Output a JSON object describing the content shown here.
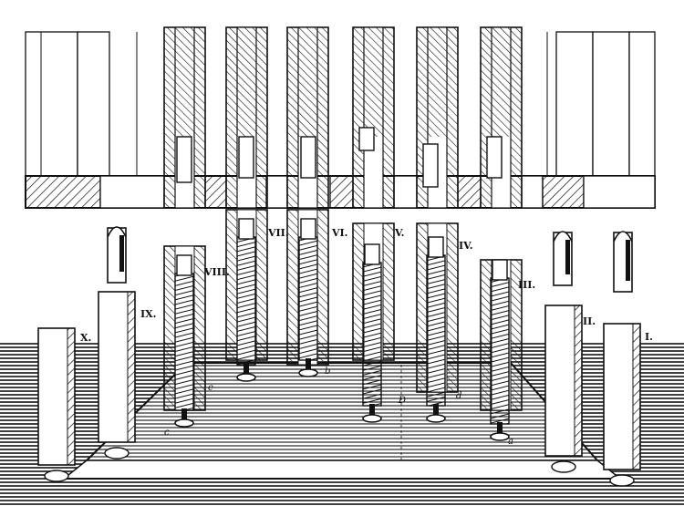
{
  "plate": {
    "station_labels": [
      "I.",
      "II.",
      "III.",
      "IV.",
      "V.",
      "VI.",
      "VII.",
      "VIII.",
      "IX.",
      "X."
    ],
    "reference_letters": [
      "a",
      "b",
      "c",
      "d",
      "D",
      "e"
    ]
  },
  "colors": {
    "ink": "#111111",
    "paper": "#ffffff"
  }
}
